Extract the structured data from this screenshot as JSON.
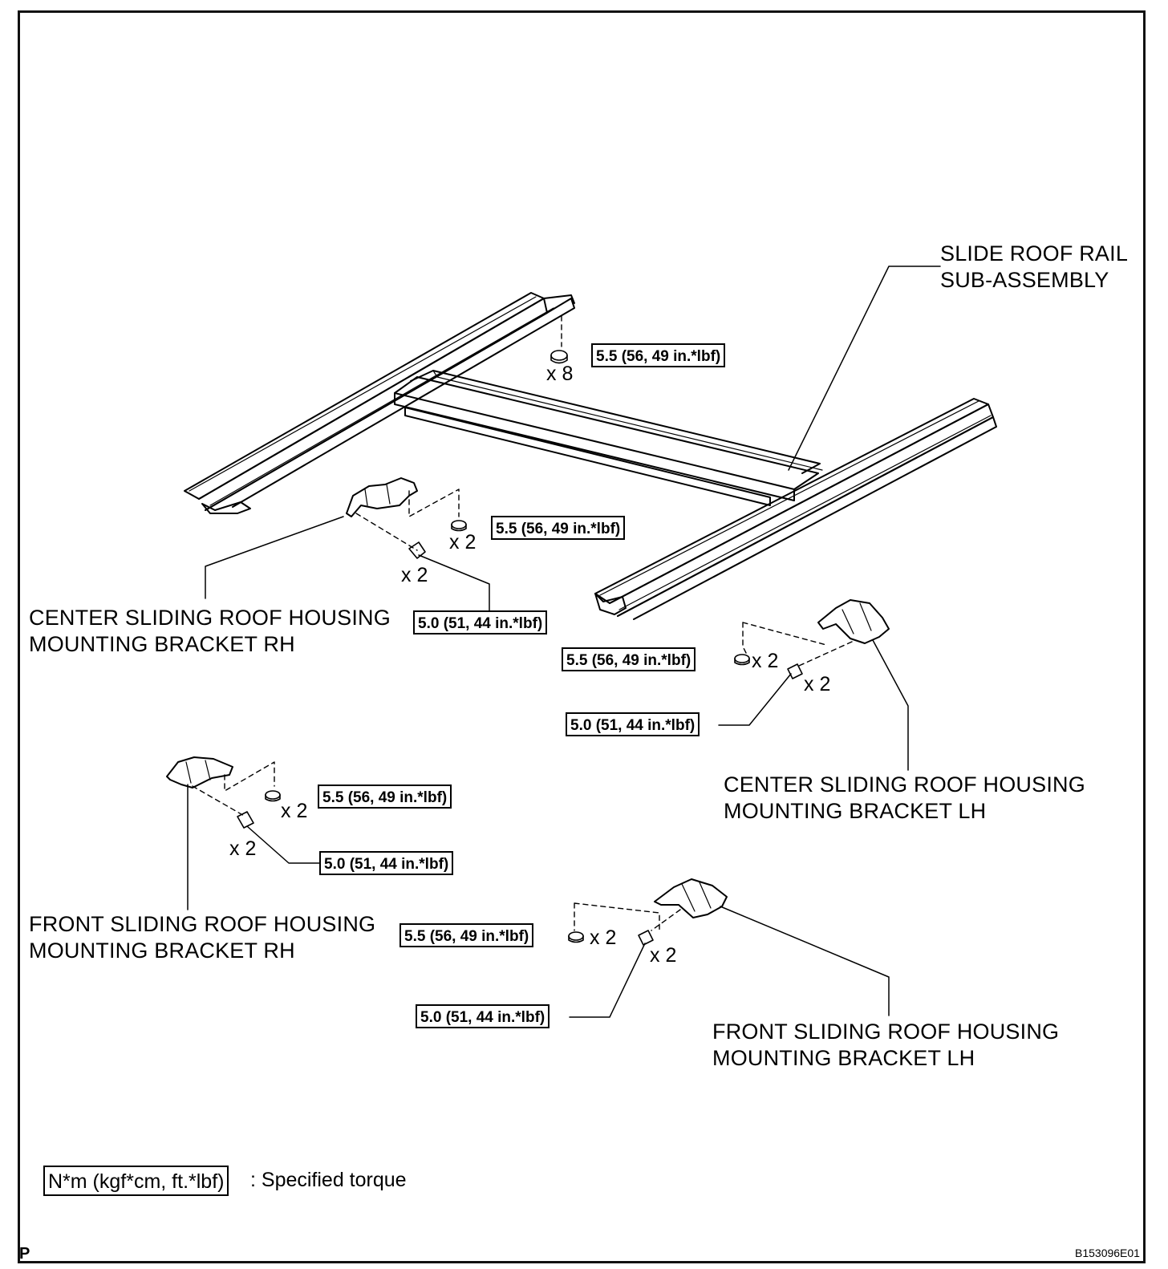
{
  "labels": {
    "slide_roof_rail": [
      "SLIDE ROOF RAIL",
      "SUB-ASSEMBLY"
    ],
    "center_bracket_rh": [
      "CENTER SLIDING ROOF HOUSING",
      "MOUNTING BRACKET RH"
    ],
    "center_bracket_lh": [
      "CENTER SLIDING ROOF HOUSING",
      "MOUNTING BRACKET LH"
    ],
    "front_bracket_rh": [
      "FRONT SLIDING ROOF HOUSING",
      "MOUNTING BRACKET RH"
    ],
    "front_bracket_lh": [
      "FRONT SLIDING ROOF HOUSING",
      "MOUNTING BRACKET LH"
    ]
  },
  "torques": {
    "nut_5_5": "5.5 (56, 49 in.*lbf)",
    "bolt_5_0": "5.0 (51, 44 in.*lbf)"
  },
  "quantities": {
    "rail_nuts": "x 8",
    "two": "x 2"
  },
  "legend": {
    "box": "N*m (kgf*cm, ft.*lbf)",
    "text": ": Specified torque"
  },
  "corner_mark": "P",
  "figure_id": "B153096E01"
}
